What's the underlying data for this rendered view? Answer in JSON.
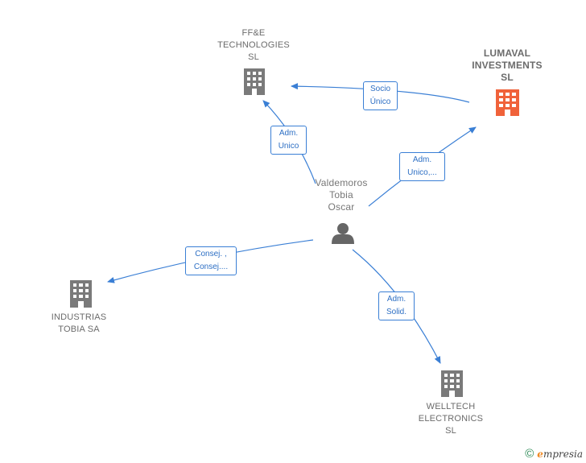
{
  "colors": {
    "edge": "#3a7fd5",
    "company": "#7a7a7a",
    "company_highlight": "#f0623a",
    "person": "#666666"
  },
  "nodes": {
    "ffe": {
      "label_lines": [
        "FF&E",
        "TECHNOLOGIES",
        "SL"
      ],
      "icon": "building-icon"
    },
    "lumaval": {
      "label_lines": [
        "LUMAVAL",
        "INVESTMENTS",
        "SL"
      ],
      "icon": "building-icon"
    },
    "person": {
      "label_lines": [
        "Valdemoros",
        "Tobia",
        "Oscar"
      ],
      "icon": "person-icon"
    },
    "industrias": {
      "label_lines": [
        "INDUSTRIAS",
        "TOBIA SA"
      ],
      "icon": "building-icon"
    },
    "welltech": {
      "label_lines": [
        "WELLTECH",
        "ELECTRONICS",
        "SL"
      ],
      "icon": "building-icon"
    }
  },
  "edges": {
    "socio": [
      "Socio",
      "Único"
    ],
    "adm_ffe": [
      "Adm.",
      "Unico"
    ],
    "adm_lumaval": [
      "Adm.",
      "Unico,..."
    ],
    "consej": [
      "Consej. ,",
      "Consej...."
    ],
    "adm_welltech": [
      "Adm.",
      "Solid."
    ]
  },
  "footer": {
    "copyright": "©",
    "brand_first": "e",
    "brand_rest": "mpresia"
  }
}
